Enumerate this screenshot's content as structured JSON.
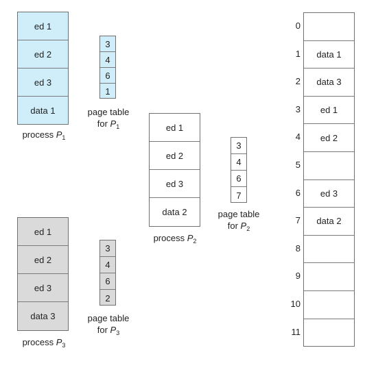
{
  "process_p1": {
    "cells": [
      "ed 1",
      "ed 2",
      "ed 3",
      "data 1"
    ],
    "caption": "process",
    "caption_var": "P",
    "caption_sub": "1"
  },
  "page_table_p1": {
    "entries": [
      "3",
      "4",
      "6",
      "1"
    ],
    "caption_line1": "page table",
    "caption_line2": "for",
    "caption_var": "P",
    "caption_sub": "1"
  },
  "process_p2": {
    "cells": [
      "ed 1",
      "ed 2",
      "ed 3",
      "data 2"
    ],
    "caption": "process",
    "caption_var": "P",
    "caption_sub": "2"
  },
  "page_table_p2": {
    "entries": [
      "3",
      "4",
      "6",
      "7"
    ],
    "caption_line1": "page table",
    "caption_line2": "for",
    "caption_var": "P",
    "caption_sub": "2"
  },
  "process_p3": {
    "cells": [
      "ed 1",
      "ed 2",
      "ed 3",
      "data 3"
    ],
    "caption": "process",
    "caption_var": "P",
    "caption_sub": "3"
  },
  "page_table_p3": {
    "entries": [
      "3",
      "4",
      "6",
      "2"
    ],
    "caption_line1": "page table",
    "caption_line2": "for",
    "caption_var": "P",
    "caption_sub": "3"
  },
  "memory": {
    "frames": [
      {
        "index": "0",
        "content": ""
      },
      {
        "index": "1",
        "content": "data 1"
      },
      {
        "index": "2",
        "content": "data 3"
      },
      {
        "index": "3",
        "content": "ed 1"
      },
      {
        "index": "4",
        "content": "ed 2"
      },
      {
        "index": "5",
        "content": ""
      },
      {
        "index": "6",
        "content": "ed 3"
      },
      {
        "index": "7",
        "content": "data 2"
      },
      {
        "index": "8",
        "content": ""
      },
      {
        "index": "9",
        "content": ""
      },
      {
        "index": "10",
        "content": ""
      },
      {
        "index": "11",
        "content": ""
      }
    ]
  },
  "colors": {
    "p1_fill": "#cfeefa",
    "p3_fill": "#dadada",
    "p2_fill": "#ffffff",
    "border": "#6f6f6f"
  }
}
